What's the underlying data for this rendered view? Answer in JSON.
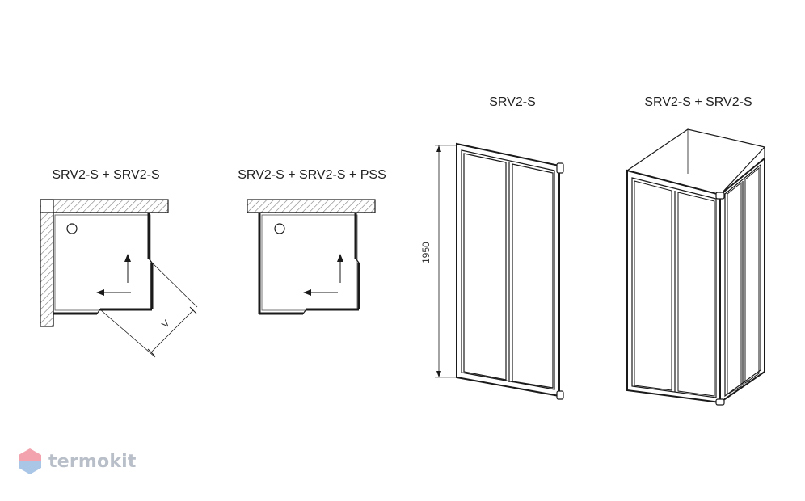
{
  "labels": {
    "plan_corner": "SRV2-S + SRV2-S",
    "plan_with_side": "SRV2-S + SRV2-S + PSS",
    "front_single": "SRV2-S",
    "iso_corner": "SRV2-S + SRV2-S"
  },
  "dimensions": {
    "height": "1950",
    "width_symbol": "V"
  },
  "logo": {
    "text": "termokit"
  },
  "colors": {
    "line": "#1a1a1a",
    "hatch": "#777777",
    "logo_top": "#f2a3ad",
    "logo_bottom": "#a9c6e6"
  }
}
